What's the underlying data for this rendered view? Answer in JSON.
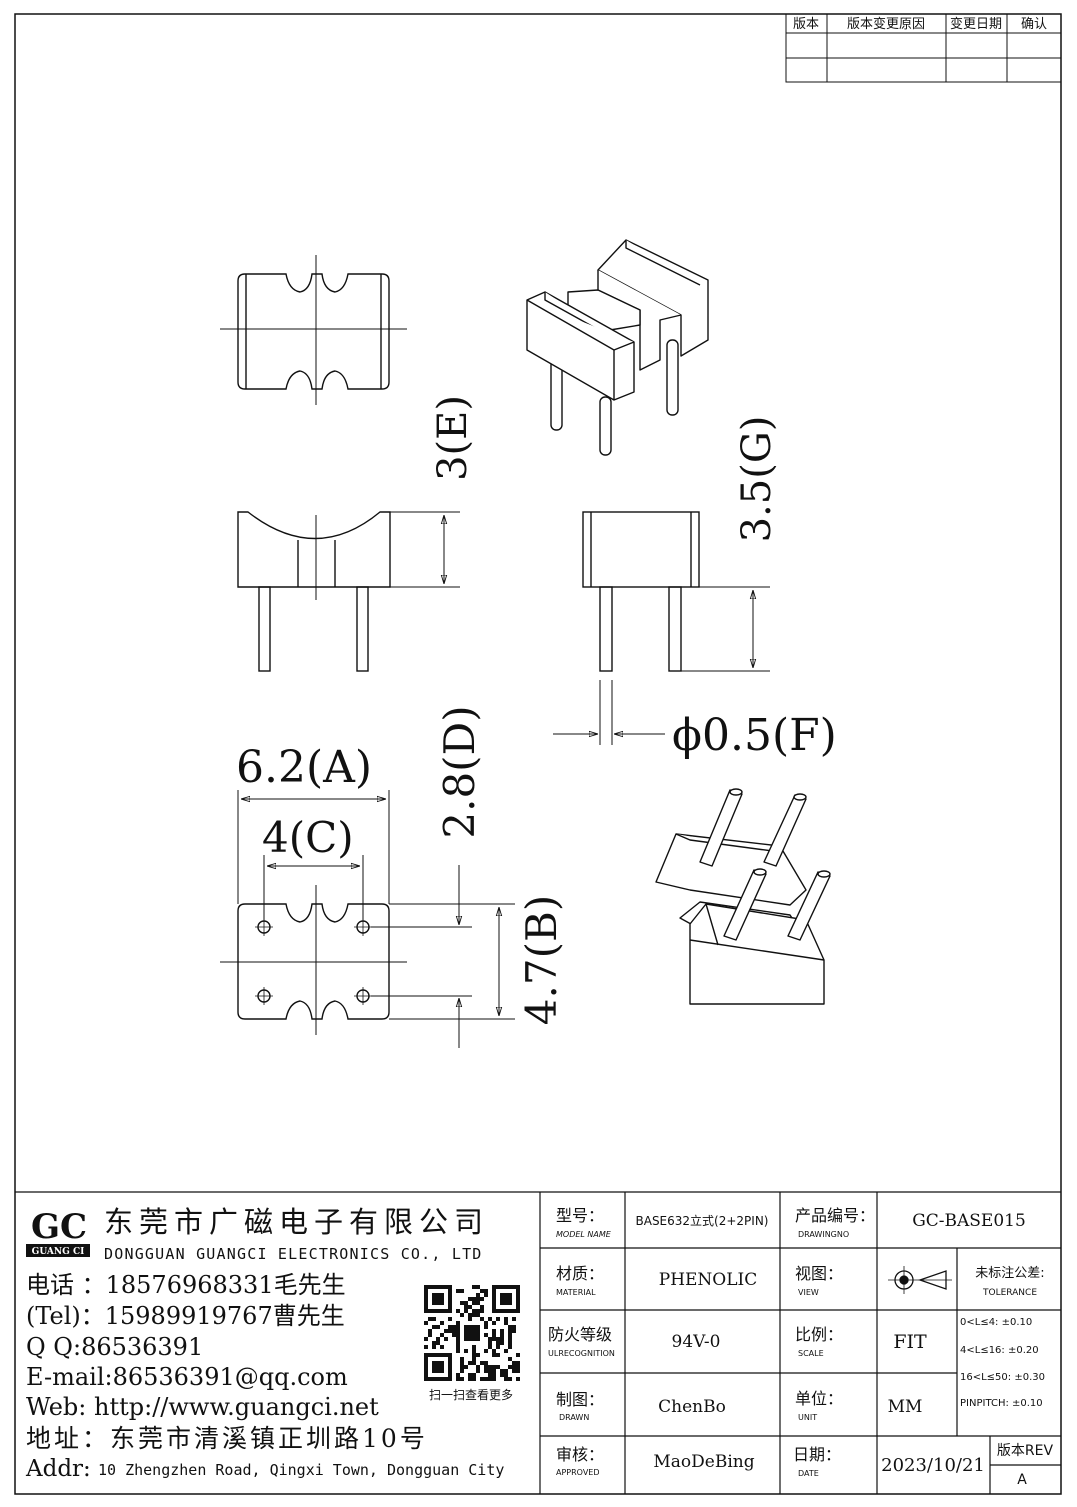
{
  "revision_table": {
    "headers": [
      "版本",
      "版本变更原因",
      "变更日期",
      "确认"
    ]
  },
  "dimensions": {
    "height_e": "3(E)",
    "height_g": "3.5(G)",
    "pin_dia_f": "ϕ0.5(F)",
    "width_a": "6.2(A)",
    "pitch_c": "4(C)",
    "pitch_d": "2.8(D)",
    "depth_b": "4.7(B)"
  },
  "company": {
    "logo_letters": "GC",
    "logo_sub": "GUANG CI",
    "name_cn": "东莞市广磁电子有限公司",
    "name_en": "DONGGUAN GUANGCI ELECTRONICS CO., LTD",
    "phone1": "电话 ：18576968331毛先生",
    "phone2": "(Tel)：15989919767曹先生",
    "qq": "Q Q:86536391",
    "email": "E-mail:86536391@qq.com",
    "web": "Web: http://www.guangci.net",
    "addr_cn": "地址：东莞市清溪镇正圳路10号",
    "addr_en_label": "Addr:",
    "addr_en": "10 Zhengzhen Road, Qingxi Town, Dongguan City",
    "qr_caption": "扫一扫查看更多"
  },
  "title_block": {
    "model_label": "型号：",
    "model_sub": "MODEL NAME",
    "model_value": "BASE632立式(2+2PIN)",
    "drawing_label": "产品编号：",
    "drawing_sub": "DRAWINGNO",
    "drawing_value": "GC-BASE015",
    "material_label": "材质：",
    "material_sub": "MATERIAL",
    "material_value": "PHENOLIC",
    "view_label": "视图：",
    "view_sub": "VIEW",
    "flame_label": "防火等级",
    "flame_sub": "ULRECOGNITION",
    "flame_value": "94V-0",
    "scale_label": "比例：",
    "scale_sub": "SCALE",
    "scale_value": "FIT",
    "drawn_label": "制图：",
    "drawn_sub": "DRAWN",
    "drawn_value": "ChenBo",
    "unit_label": "单位：",
    "unit_sub": "UNIT",
    "unit_value": "MM",
    "approved_label": "审核：",
    "approved_sub": "APPROVED",
    "approved_value": "MaoDeBing",
    "date_label": "日期：",
    "date_sub": "DATE",
    "date_value": "2023/10/21",
    "rev_label": "版本REV",
    "rev_value": "A",
    "tolerance_title": "未标注公差:",
    "tolerance_sub": "TOLERANCE",
    "tol1": "0<L≤4: ±0.10",
    "tol2": "4<L≤16: ±0.20",
    "tol3": "16<L≤50: ±0.30",
    "tol4": "PINPITCH: ±0.10"
  }
}
